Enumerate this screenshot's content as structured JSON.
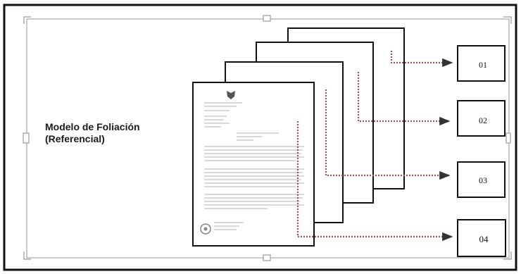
{
  "title": {
    "line1": "Modelo de Foliación",
    "line2": "(Referencial)"
  },
  "folio_boxes": [
    {
      "label": "01"
    },
    {
      "label": "02"
    },
    {
      "label": "03"
    },
    {
      "label": "04"
    }
  ],
  "colors": {
    "frame": "#111111",
    "selection_border": "#9a9a9a",
    "arrow": "#a05050",
    "document_text": "#bdbdbd"
  }
}
